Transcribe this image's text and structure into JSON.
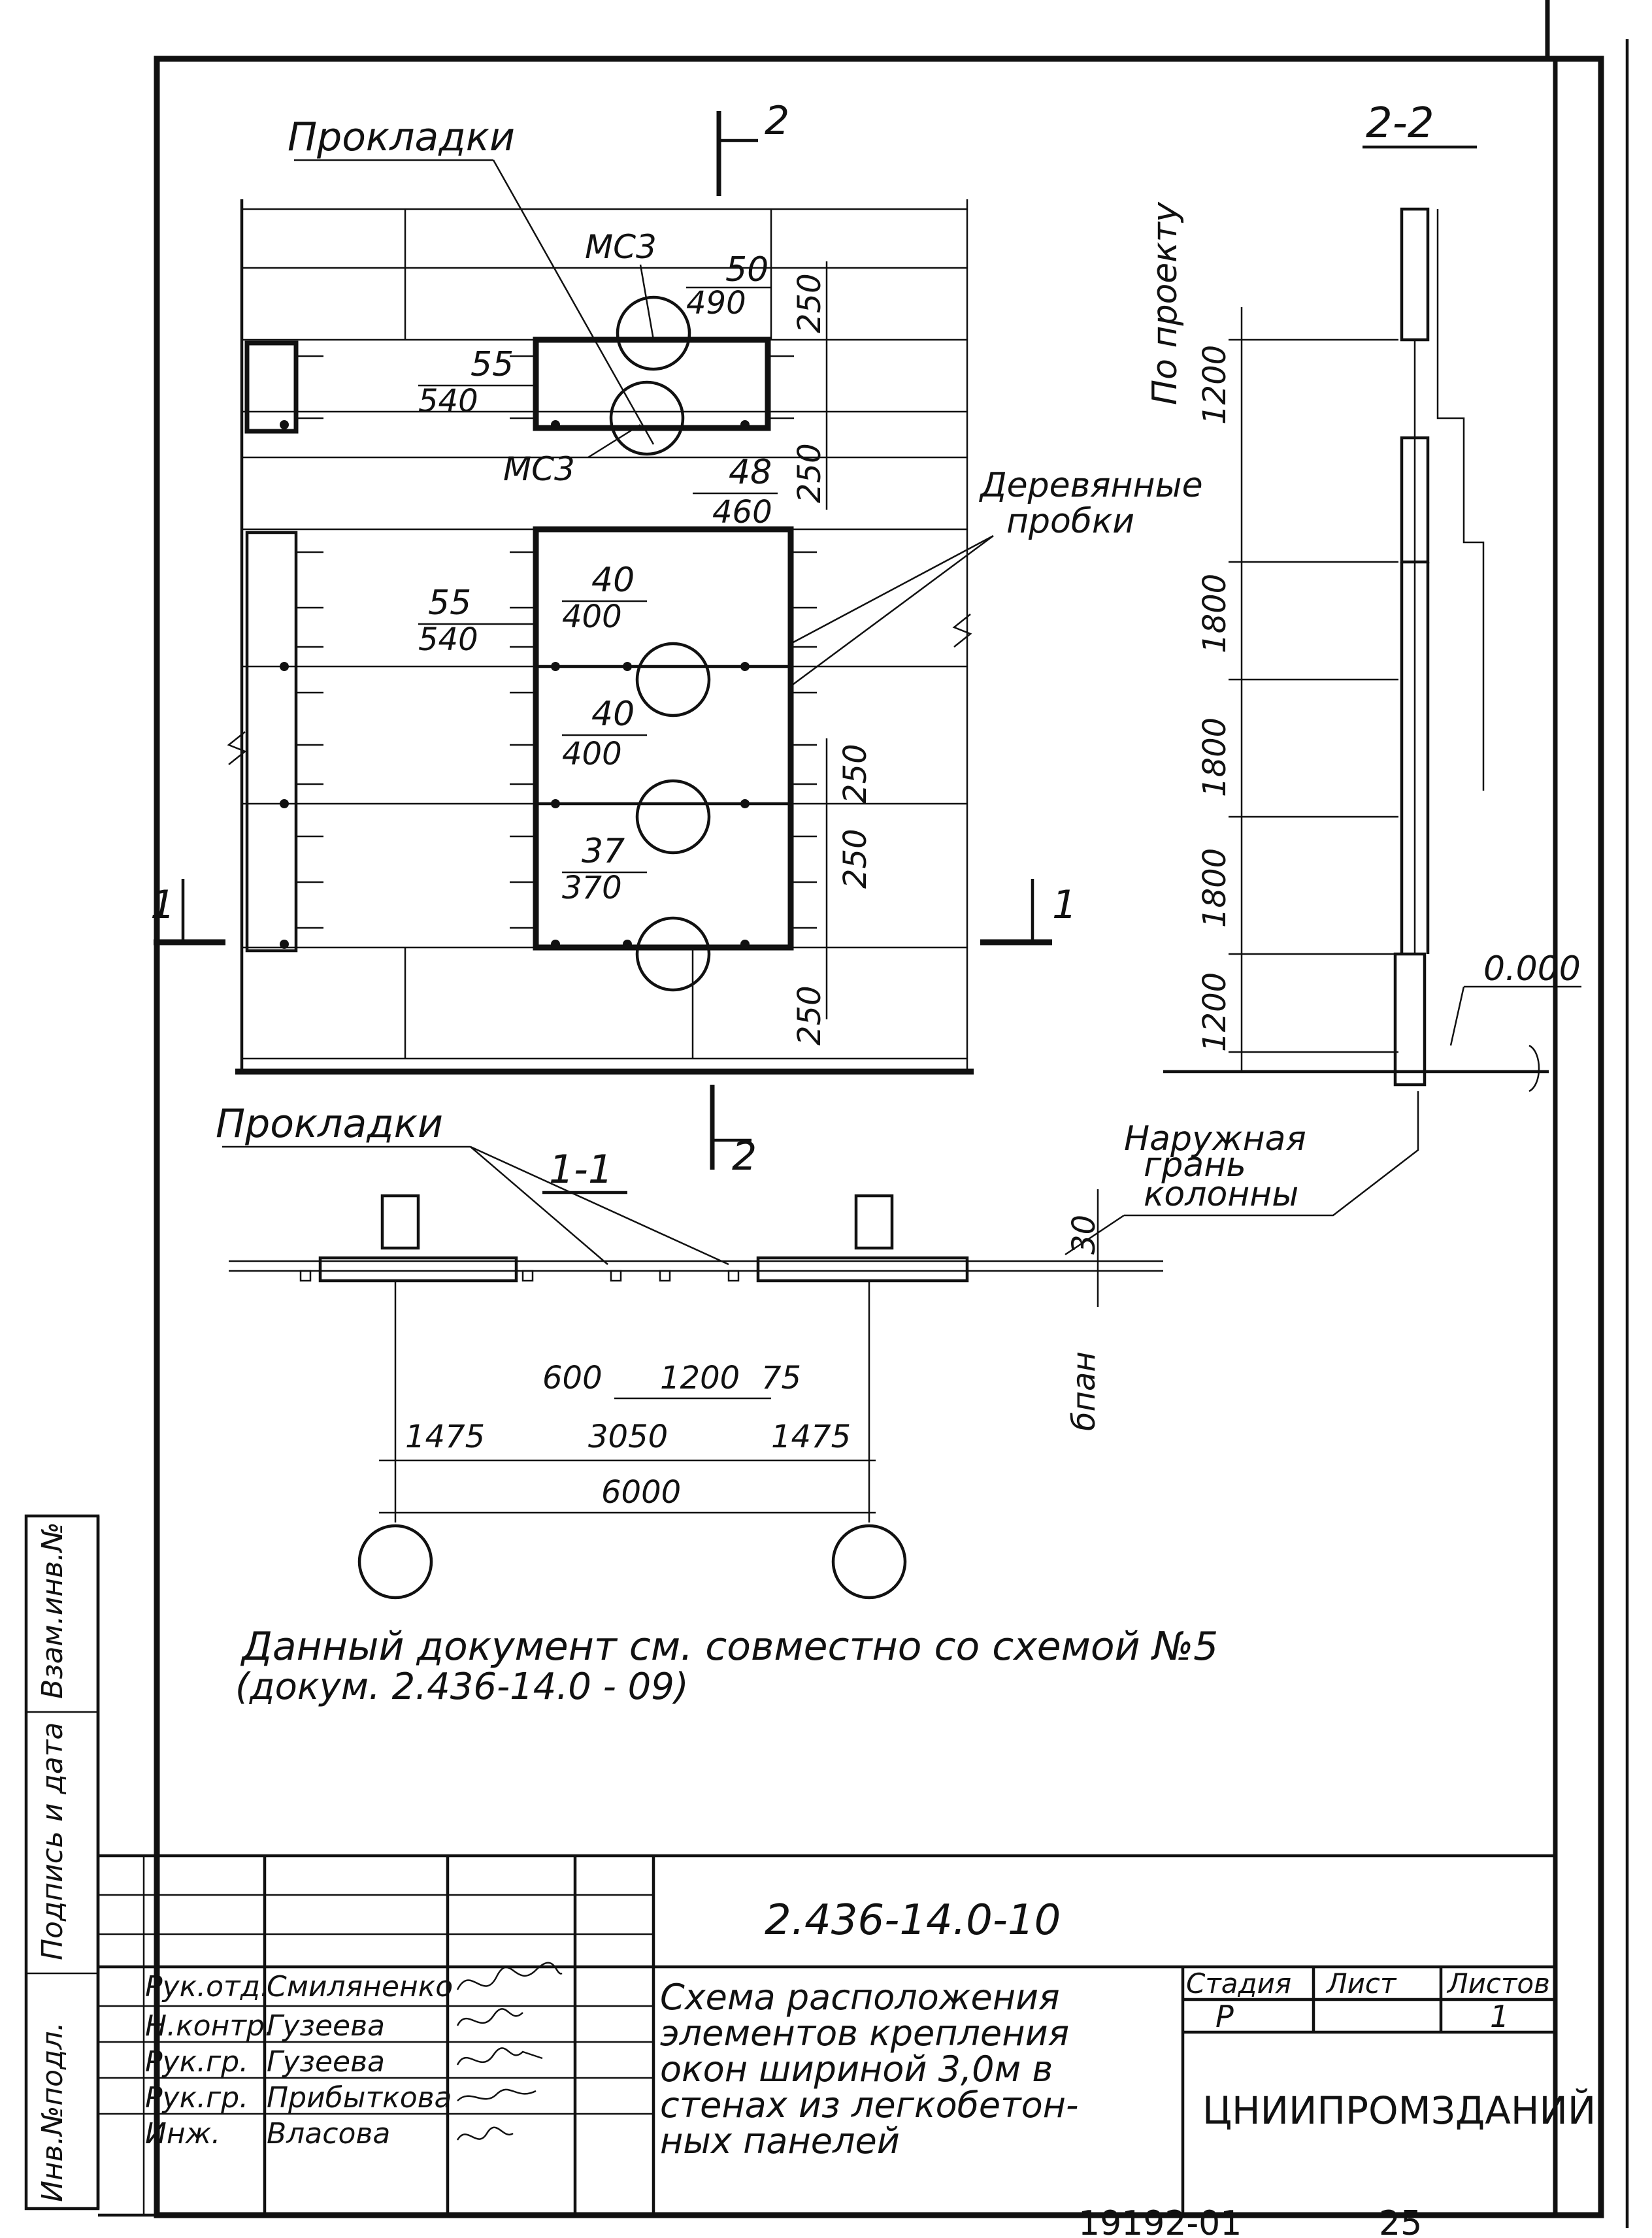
{
  "section_2_marker": "2",
  "section_1_marker": "1",
  "view_2_2_title": "2-2",
  "view_1_1_title": "1-1",
  "callouts": {
    "gaskets_top": "Прокладки",
    "gaskets_bottom": "Прокладки",
    "wooden_plugs": [
      "Деревянные",
      "пробки"
    ],
    "outer_face": [
      "Наружная",
      "грань",
      "колонны"
    ],
    "per_project": "По проекту",
    "mc3_top": "МС3",
    "mc3_bottom": "МС3"
  },
  "node_labels": [
    {
      "num": "50",
      "den": "490"
    },
    {
      "num": "48",
      "den": "460"
    },
    {
      "num": "55",
      "den": "540"
    },
    {
      "num": "55",
      "den": "540"
    },
    {
      "num": "40",
      "den": "400"
    },
    {
      "num": "40",
      "den": "400"
    },
    {
      "num": "37",
      "den": "370"
    }
  ],
  "dims_elevation": [
    "250",
    "250",
    "250",
    "250",
    "250"
  ],
  "dims_section_2_2": [
    "1200",
    "1800",
    "1800",
    "1800",
    "1200"
  ],
  "elevation_mark": "0.000",
  "dims_plan": {
    "row1": [
      "600",
      "1200",
      "75"
    ],
    "row2": [
      "1475",
      "3050",
      "1475"
    ],
    "row3": "6000",
    "vertical": "30",
    "vertical_label": "бпан"
  },
  "note": {
    "line1": "Данный документ см. совместно со схемой №5",
    "line2": "(докум. 2.436-14.0 - 09)"
  },
  "side_stamp": [
    "Инв.№подл.",
    "Подпись и дата",
    "Взам.инв.№"
  ],
  "title_block": {
    "doc_code": "2.436-14.0-10",
    "title_lines": [
      "Схема расположения",
      "элементов крепления",
      "окон шириной 3,0м в",
      "стенах из легкобетон-",
      "ных панелей"
    ],
    "roles": [
      "Рук.отд.",
      "Н.контр.",
      "Рук.гр.",
      "Рук.гр.",
      "Инж."
    ],
    "names": [
      "Смиляненко",
      "Гузеева",
      "Гузеева",
      "Прибыткова",
      "Власова"
    ],
    "stage_header": "Стадия",
    "sheet_header": "Лист",
    "sheets_header": "Листов",
    "stage": "Р",
    "sheet": "",
    "sheets": "1",
    "org": "ЦНИИПРОМЗДАНИЙ"
  },
  "footer": {
    "inv_number": "19192-01",
    "page": "25"
  }
}
